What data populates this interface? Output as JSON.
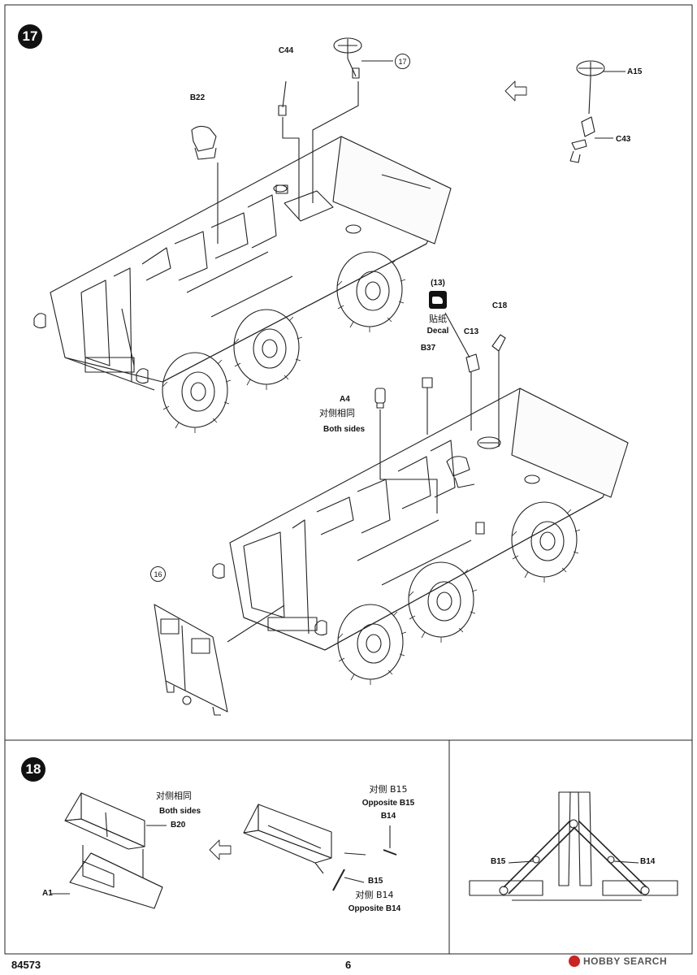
{
  "step17": {
    "number": "17",
    "ref_17": "17",
    "ref_16": "16",
    "ref_13": "(13)",
    "parts": {
      "c44": "C44",
      "b22": "B22",
      "a15": "A15",
      "c43": "C43",
      "c18": "C18",
      "c13": "C13",
      "b37": "B37",
      "a4": "A4"
    },
    "decal_cn": "贴纸",
    "decal_en": "Decal",
    "both_sides_cn": "对侧相同",
    "both_sides_en": "Both sides"
  },
  "step18": {
    "number": "18",
    "both_sides_cn": "对侧相同",
    "both_sides_en": "Both sides",
    "parts": {
      "b20": "B20",
      "a1": "A1",
      "b14": "B14",
      "b15": "B15"
    },
    "opposite_cn_1": "对侧 B15",
    "opposite_en_1": "Opposite B15",
    "opposite_cn_2": "对侧 B14",
    "opposite_en_2": "Opposite B14",
    "detail_b15": "B15",
    "detail_b14": "B14"
  },
  "footer": {
    "code": "84573",
    "page": "6",
    "watermark": "HOBBY SEARCH"
  }
}
